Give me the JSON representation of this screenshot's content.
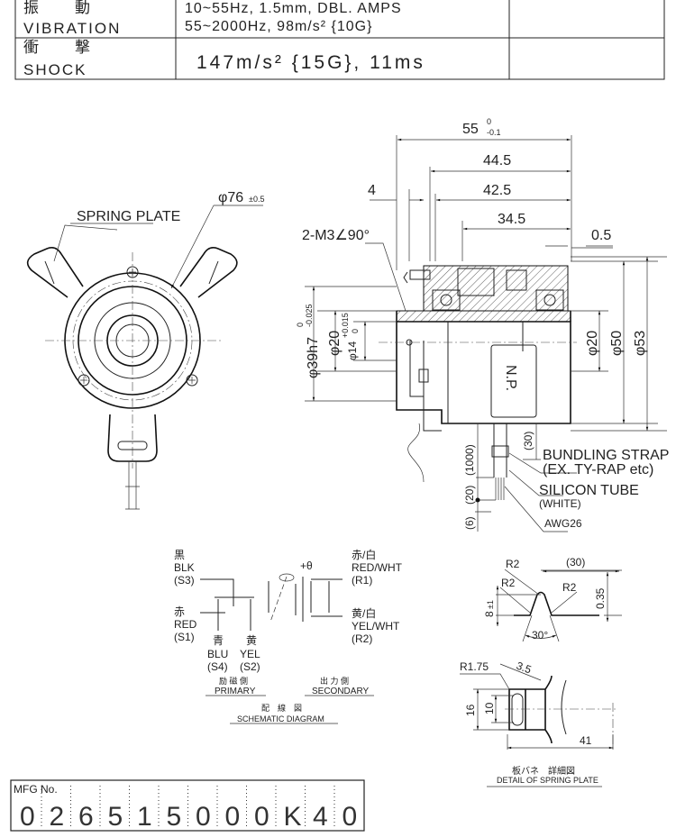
{
  "spec_table": {
    "rows": [
      {
        "label_jp": "振　　動",
        "label_en": "VIBRATION",
        "value_lines": [
          "10~55Hz, 1.5mm, DBL. AMPS",
          "55~2000Hz, 98m/s² {10G}"
        ]
      },
      {
        "label_jp": "衝　　撃",
        "label_en": "SHOCK",
        "value_lines": [
          "147m/s² {15G}, 11ms"
        ]
      }
    ]
  },
  "front_view": {
    "spring_plate_label": "SPRING PLATE",
    "outer_dia": "φ76",
    "outer_dia_tol": "±0.5"
  },
  "side_view": {
    "dim_55": "55",
    "dim_55_tol_upper": "0",
    "dim_55_tol_lower": "-0.1",
    "dim_44_5": "44.5",
    "dim_42_5": "42.5",
    "dim_34_5": "34.5",
    "dim_4": "4",
    "dim_0_5": "0.5",
    "screw_note": "2-M3∠90°",
    "dia_39": "φ39h7",
    "dia_39_tol_upper": "0",
    "dia_39_tol_lower": "-0.025",
    "dia_20_left": "φ20",
    "dia_14": "φ14",
    "dia_14_tol_upper": "+0.015",
    "dia_14_tol_lower": "0",
    "dia_20_right": "φ20",
    "dia_50": "φ50",
    "dia_53": "φ53",
    "nameplate": "N.P.",
    "lead_30": "(30)",
    "lead_1000": "(1000)",
    "lead_20": "(20)",
    "lead_6": "(6)",
    "bundling_strap": "BUNDLING STRAP",
    "bundling_strap_note": "(EX. TY-RAP etc)",
    "silicon_tube": "SILICON TUBE",
    "silicon_tube_color": "(WHITE)",
    "awg": "AWG26"
  },
  "schematic": {
    "blk_jp": "黒",
    "blk": "BLK",
    "s3": "(S3)",
    "red_jp": "赤",
    "red": "RED",
    "s1": "(S1)",
    "blu_jp": "青",
    "blu": "BLU",
    "s4": "(S4)",
    "yel_jp": "黄",
    "yel": "YEL",
    "s2": "(S2)",
    "theta": "+θ",
    "redwht_jp": "赤/白",
    "redwht": "RED/WHT",
    "r1": "(R1)",
    "yelwht_jp": "黄/白",
    "yelwht": "YEL/WHT",
    "r2": "(R2)",
    "primary_jp": "励 磁 側",
    "primary": "PRIMARY",
    "secondary_jp": "出 力 側",
    "secondary": "SECONDARY",
    "title_jp": "配　線　図",
    "title": "SCHEMATIC DIAGRAM"
  },
  "spring_detail": {
    "r2_top": "R2",
    "r2_left": "R2",
    "r2_right": "R2",
    "dim_30": "(30)",
    "dim_8": "8",
    "dim_8_tol": "±1",
    "dim_0_35": "0.35",
    "angle": "30°",
    "r1_75": "R1.75",
    "dim_3_5": "3.5",
    "dim_16": "16",
    "dim_10": "10",
    "dim_41": "41",
    "title_jp": "板バネ　詳細図",
    "title": "DETAIL OF SPRING PLATE"
  },
  "mfg": {
    "label": "MFG No.",
    "digits": [
      "0",
      "2",
      "6",
      "5",
      "1",
      "5",
      "0",
      "0",
      "0",
      "K",
      "4",
      "0"
    ]
  }
}
